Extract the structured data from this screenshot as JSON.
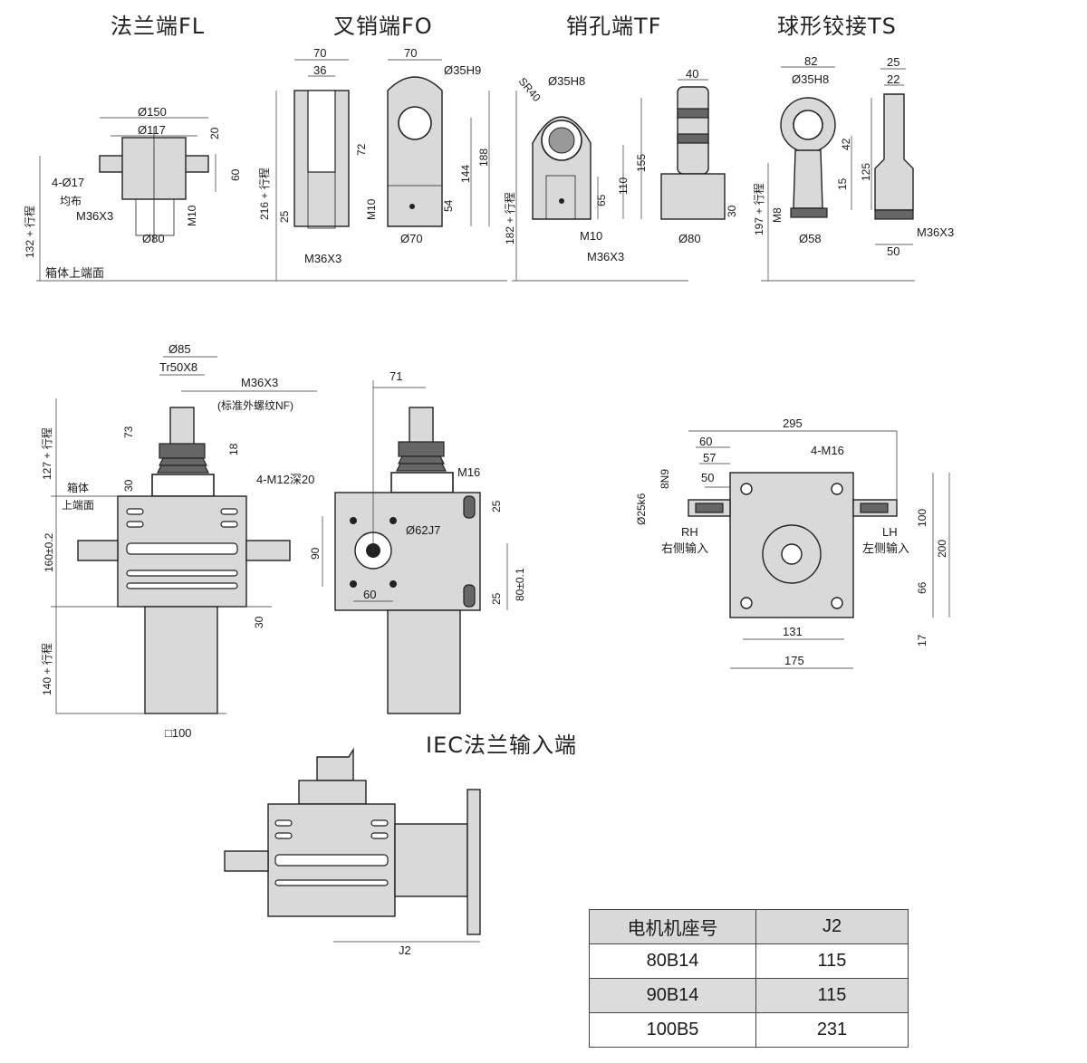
{
  "headings": {
    "fl": "法兰端FL",
    "fo": "叉销端FO",
    "tf": "销孔端TF",
    "ts": "球形铰接TS",
    "iec": "IEC法兰输入端"
  },
  "fl_labels": {
    "d150": "Ø150",
    "d117": "Ø117",
    "h20": "20",
    "h60": "60",
    "holes": "4-Ø17",
    "even": "均布",
    "thread": "M36X3",
    "m10": "M10",
    "d80": "Ø80",
    "stroke": "132 + 行程",
    "box_top": "箱体上端面"
  },
  "fo_labels": {
    "w70": "70",
    "w36": "36",
    "h72": "72",
    "stroke": "216 + 行程",
    "h25": "25",
    "thread": "M36X3",
    "w70b": "70",
    "d35": "Ø35H9",
    "h188": "188",
    "h144": "144",
    "m10": "M10",
    "h54": "54",
    "d70": "Ø70"
  },
  "tf_labels": {
    "sr": "SR40",
    "d35": "Ø35H8",
    "h155": "155",
    "h110": "110",
    "h65": "65",
    "stroke": "182 + 行程",
    "m10": "M10",
    "thread": "M36X3",
    "w40": "40",
    "h30": "30",
    "d80": "Ø80"
  },
  "ts_labels": {
    "w82": "82",
    "d35": "Ø35H8",
    "h42": "42",
    "h125": "125",
    "h15": "15",
    "stroke": "197 + 行程",
    "m8": "M8",
    "d58": "Ø58",
    "w25": "25",
    "w22": "22",
    "thread": "M36X3",
    "w50": "50"
  },
  "front_labels": {
    "d85": "Ø85",
    "tr": "Tr50X8",
    "thread": "M36X3",
    "nf": "(标准外螺纹NF)",
    "h73": "73",
    "h18": "18",
    "stroke127": "127 + 行程",
    "h30": "30",
    "box1": "箱体",
    "box2": "上端面",
    "h160": "160±0.2",
    "h30b": "30",
    "stroke140": "140 + 行程",
    "sq100": "□100"
  },
  "side_labels": {
    "w71": "71",
    "m12": "4-M12深20",
    "m16": "M16",
    "h25": "25",
    "d62": "Ø62J7",
    "h90": "90",
    "w60": "60",
    "h25b": "25",
    "h80": "80±0.1"
  },
  "top_labels": {
    "w295": "295",
    "w60": "60",
    "w57": "57",
    "w50": "50",
    "m16": "4-M16",
    "key": "8N9",
    "shaft": "Ø25k6",
    "rh": "RH",
    "rh_cn": "右侧输入",
    "lh": "LH",
    "lh_cn": "左侧输入",
    "h100": "100",
    "h200": "200",
    "h66": "66",
    "h17": "17",
    "w131": "131",
    "w175": "175"
  },
  "iec_labels": {
    "j2": "J2"
  },
  "table": {
    "headers": [
      "电机机座号",
      "J2"
    ],
    "rows": [
      [
        "80B14",
        "115"
      ],
      [
        "90B14",
        "115"
      ],
      [
        "100B5",
        "231"
      ]
    ]
  }
}
